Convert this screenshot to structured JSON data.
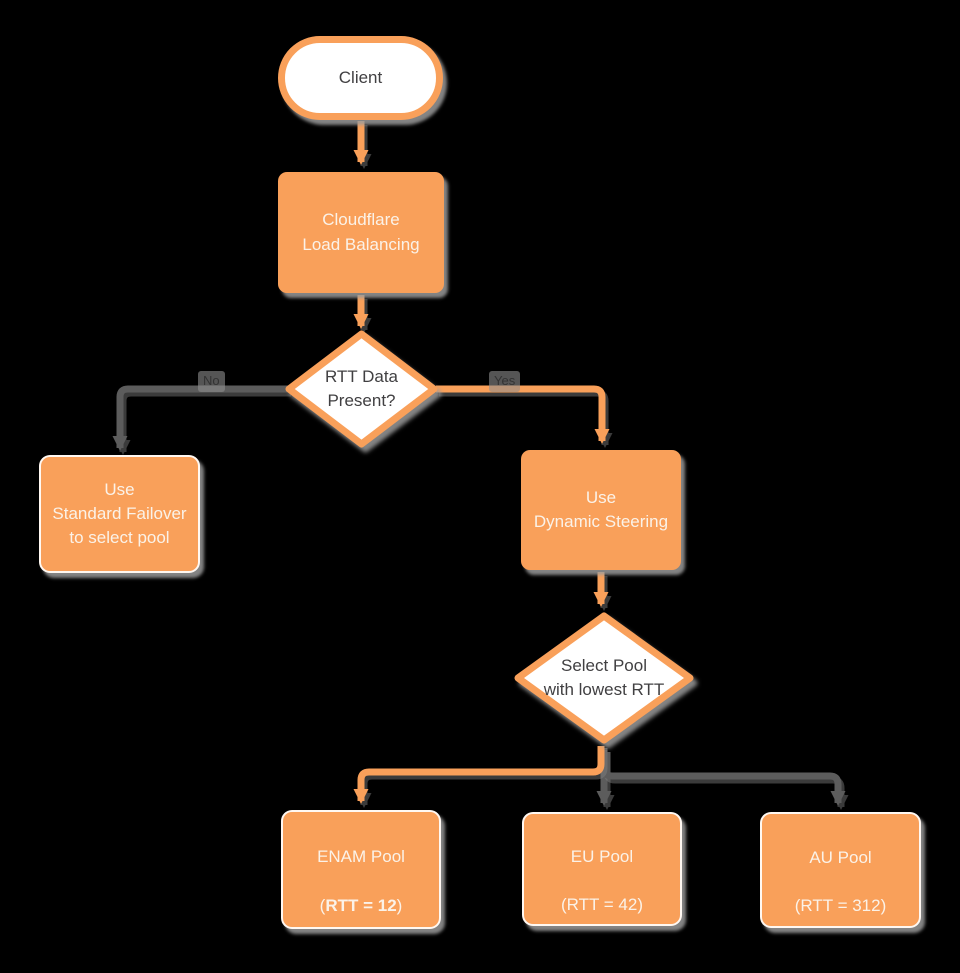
{
  "colors": {
    "background": "#000000",
    "accent_orange": "#F9A05A",
    "connector_gray": "#5C5C5C",
    "node_shadow_gray": "#9B9B9B",
    "white_node_fill": "#FFFFFF",
    "dark_text": "#414042",
    "light_text": "#FBF2E8"
  },
  "nodes": {
    "client": {
      "label": "Client"
    },
    "cloudflare_lb": {
      "label": "Cloudflare\nLoad Balancing"
    },
    "rtt_present": {
      "label": "RTT Data\nPresent?"
    },
    "standard_failover": {
      "label": "Use\nStandard Failover\nto select pool"
    },
    "dynamic_steering": {
      "label": "Use\nDynamic Steering"
    },
    "select_pool": {
      "label": "Select Pool\nwith lowest RTT"
    },
    "enam_pool": {
      "line1": "ENAM Pool",
      "line2_open": "(",
      "line2_bold": "RTT = 12",
      "line2_close": ")"
    },
    "eu_pool": {
      "line1": "EU Pool",
      "line2": "(RTT = 42)"
    },
    "au_pool": {
      "line1": "AU Pool",
      "line2": "(RTT = 312)"
    }
  },
  "edges": {
    "no_label": "No",
    "yes_label": "Yes"
  }
}
